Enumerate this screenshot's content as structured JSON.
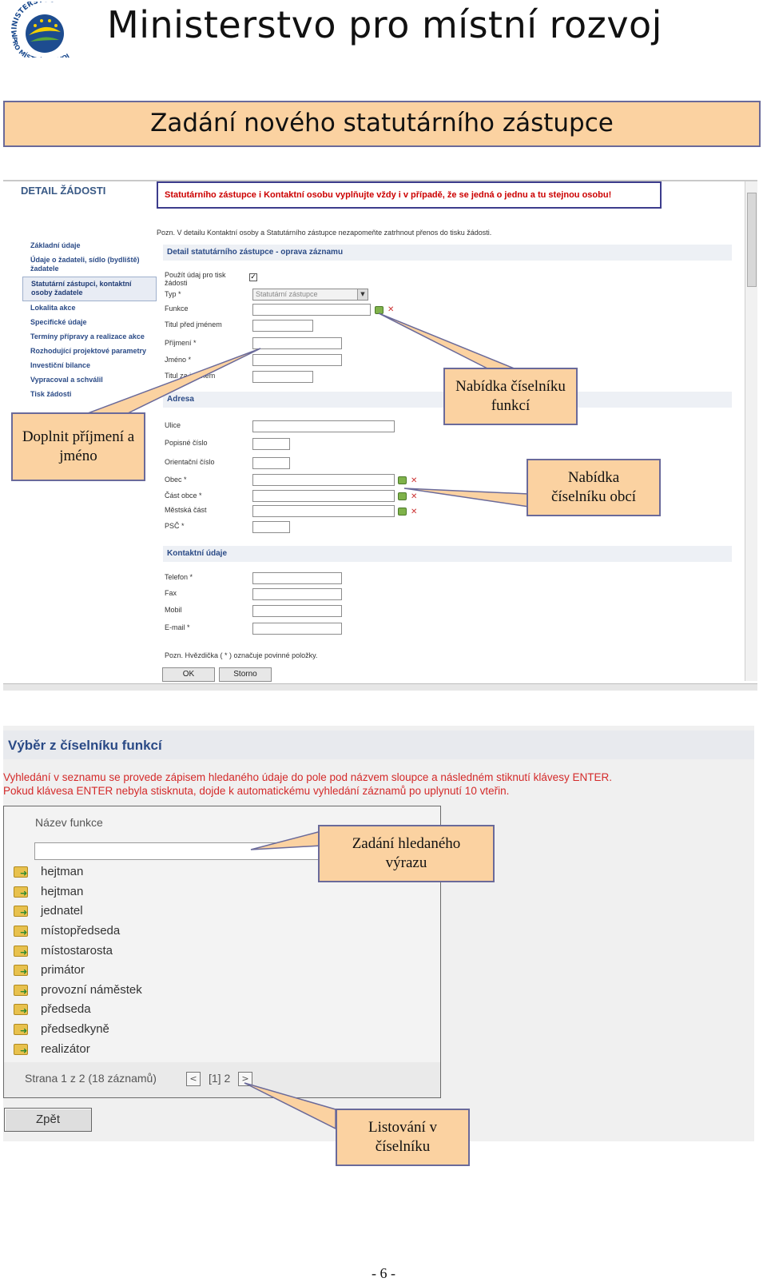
{
  "header": {
    "logo_top_text": "MINISTERSTVO",
    "logo_bottom_text": "PRO MÍSTNÍ ROZVOJ",
    "ministry_title": "Ministerstvo pro místní rozvoj"
  },
  "section_banner": "Zadání nového statutárního zástupce",
  "form_screen": {
    "panel_title": "DETAIL ŽÁDOSTI",
    "warning": "Statutárního zástupce i Kontaktní osobu vyplňujte vždy i v případě, že se jedná o jednu a tu stejnou osobu!",
    "note_top": "Pozn. V detailu Kontaktní osoby a Statutárního zástupce nezapomeňte zatrhnout přenos do tisku žádosti.",
    "sidebar": [
      {
        "label": "Základní údaje"
      },
      {
        "label": "Údaje o žadateli, sídlo (bydliště) žadatele"
      },
      {
        "label": "Statutární zástupci, kontaktní osoby žadatele"
      },
      {
        "label": "Lokalita akce"
      },
      {
        "label": "Specifické údaje"
      },
      {
        "label": "Termíny přípravy a realizace akce"
      },
      {
        "label": "Rozhodující projektové parametry"
      },
      {
        "label": "Investiční bilance"
      },
      {
        "label": "Vypracoval a schválil"
      },
      {
        "label": "Tisk žádosti"
      }
    ],
    "detail_section": "Detail statutárního zástupce - oprava záznamu",
    "fields": {
      "print_use": "Použít údaj pro tisk žádosti",
      "print_use_checked": "✓",
      "type": "Typ *",
      "type_value": "Statutární zástupce",
      "function": "Funkce",
      "title_before": "Titul před jménem",
      "surname": "Příjmení *",
      "first_name": "Jméno *",
      "title_after": "Titul za jménem"
    },
    "address_section": "Adresa",
    "address_fields": {
      "street": "Ulice",
      "house_no": "Popisné číslo",
      "orient_no": "Orientační číslo",
      "municipality": "Obec *",
      "part": "Část obce *",
      "district": "Městská část",
      "zip": "PSČ *"
    },
    "contact_section": "Kontaktní údaje",
    "contact_fields": {
      "phone": "Telefon *",
      "fax": "Fax",
      "mobile": "Mobil",
      "email": "E-mail *"
    },
    "note_bottom": "Pozn. Hvězdička ( * ) označuje povinné položky.",
    "ok_label": "OK",
    "cancel_label": "Storno"
  },
  "lookup_screen": {
    "title": "Výběr z číselníku funkcí",
    "help_line1": "Vyhledání v seznamu se provede zápisem hledaného údaje do pole pod názvem sloupce a následném stiknutí klávesy ENTER.",
    "help_line2": "Pokud klávesa ENTER nebyla stisknuta, dojde k automatickému vyhledání záznamů po uplynutí 10 vteřin.",
    "column_header": "Název funkce",
    "search_value": "",
    "items": [
      "hejtman",
      "hejtman",
      "jednatel",
      "místopředseda",
      "místostarosta",
      "primátor",
      "provozní náměstek",
      "předseda",
      "předsedkyně",
      "realizátor"
    ],
    "pager_text": "Strana 1 z 2 (18 záznamů)",
    "pager_prev": "<",
    "pager_pages": "[1] 2",
    "pager_next": ">",
    "back_label": "Zpět"
  },
  "callouts": {
    "surname_name": "Doplnit příjmení a jméno",
    "function_list": "Nabídka číselníku funkcí",
    "municipality_list": "Nabídka číselníku obcí",
    "search_term": "Zadání hledaného výrazu",
    "paging": "Listování v číselníku"
  },
  "footer": {
    "page_number": "- 6 -"
  },
  "colors": {
    "callout_fill": "#fbd2a1",
    "callout_border": "#6a6a9a",
    "link_blue": "#2a4a86",
    "warning_red": "#cc0000"
  }
}
